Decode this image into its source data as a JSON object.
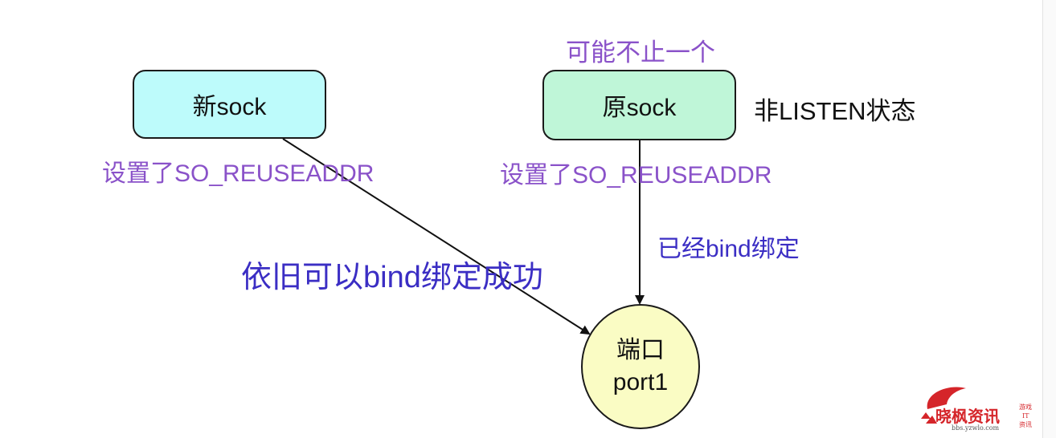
{
  "nodes": {
    "new_sock": {
      "label": "新sock",
      "fill": "#bdfbfb"
    },
    "orig_sock": {
      "label": "原sock",
      "fill": "#bff6d8"
    },
    "port": {
      "line1": "端口",
      "line2": "port1",
      "fill": "#fafcc4"
    }
  },
  "annotations": {
    "new_sock_reuse": "设置了SO_REUSEADDR",
    "orig_sock_reuse": "设置了SO_REUSEADDR",
    "orig_multiple": "可能不止一个",
    "non_listen": "非LISTEN状态",
    "already_bound": "已经bind绑定",
    "still_can_bind": "依旧可以bind绑定成功"
  },
  "colors": {
    "purple": "#8a52c9",
    "blue": "#3b2ec4",
    "black": "#111111"
  },
  "watermark": {
    "brand": "晓枫资讯",
    "side": "游戏 IT 资讯",
    "url": "bbs.yzwlo.com"
  }
}
